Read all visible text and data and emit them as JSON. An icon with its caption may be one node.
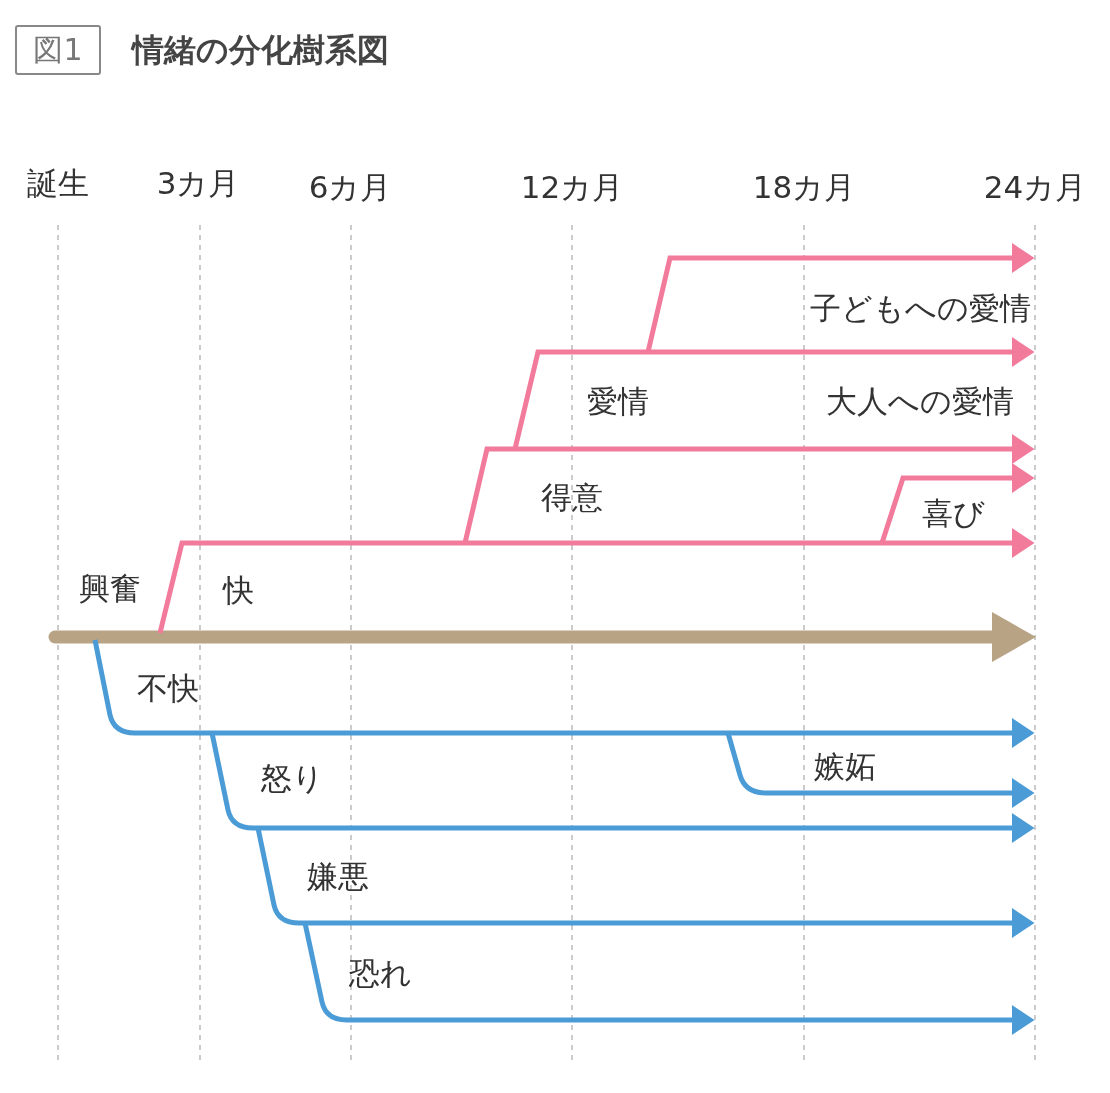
{
  "diagram": {
    "title": "情緒の分化樹系図",
    "labels": [
      "図1",
      "誕生",
      "3カ月",
      "6カ月",
      "12カ月",
      "18カ月",
      "24カ月",
      "子どもへの愛情",
      "愛情",
      "大人への愛情",
      "得意",
      "喜び",
      "興奮",
      "快",
      "不快",
      "嫉妬",
      "怒り",
      "嫌悪",
      "恐れ"
    ]
  }
}
